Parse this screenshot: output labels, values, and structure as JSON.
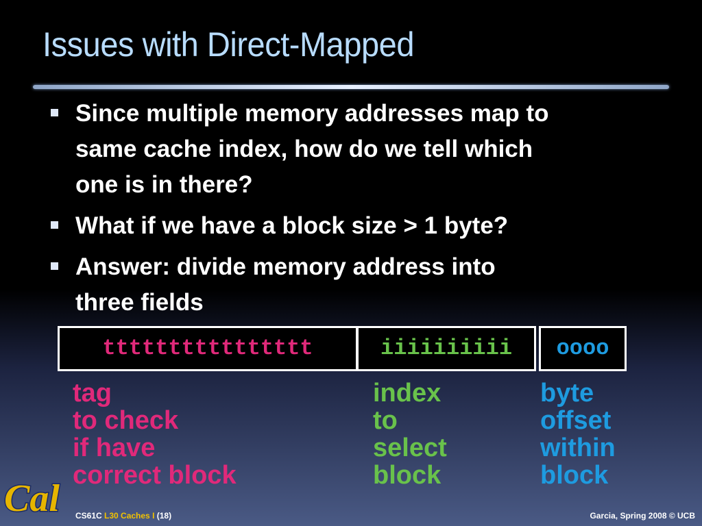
{
  "slide": {
    "title": "Issues with Direct-Mapped",
    "bullets": [
      {
        "lines": [
          "Since multiple memory addresses map to",
          "same cache index, how do we tell which",
          "one is in there?"
        ]
      },
      {
        "lines": [
          "What if we have a block size > 1 byte?"
        ]
      },
      {
        "lines": [
          "Answer: divide memory address into",
          "three fields"
        ]
      }
    ]
  },
  "address_fields": {
    "tag": "tttttttttttttttt",
    "index": "iiiiiiiiii",
    "offset": "oooo"
  },
  "labels": {
    "tag": [
      "tag",
      "to check",
      "if have",
      "correct block"
    ],
    "index": [
      "index",
      "to",
      "select",
      "block"
    ],
    "offset": [
      "byte",
      "offset",
      "within",
      "block"
    ]
  },
  "colors": {
    "tag": "#e0297a",
    "index": "#69c24b",
    "offset": "#1e9be0",
    "title": "#b8dcff"
  },
  "footer": {
    "course": "CS61C",
    "lecture": "L30 Caches I",
    "page": "(18)",
    "credit": "Garcia, Spring 2008 © UCB"
  },
  "logo": {
    "text": "Cal",
    "icon": "cal-logo"
  }
}
